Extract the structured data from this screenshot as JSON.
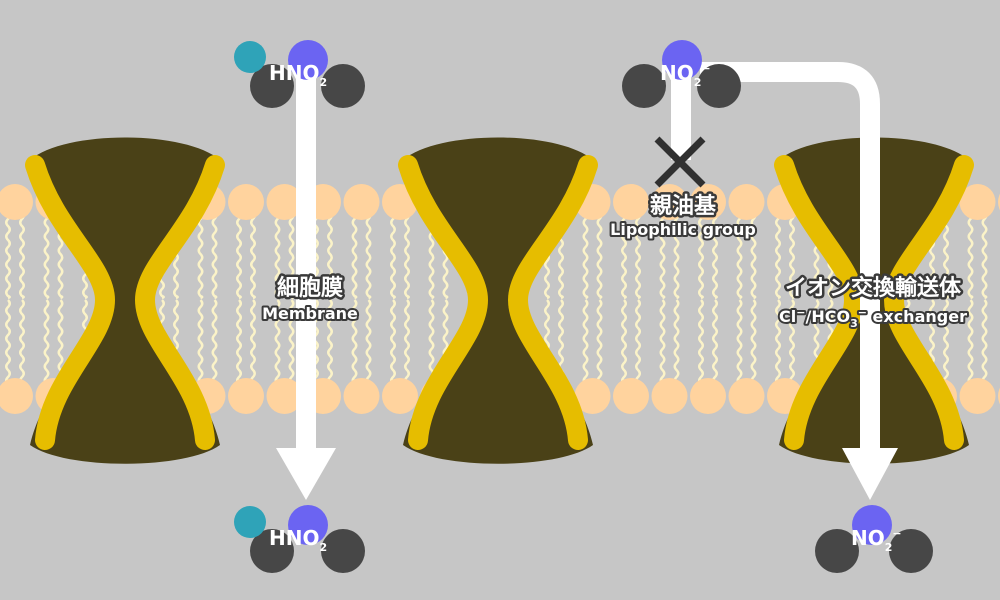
{
  "colors": {
    "background": "#c6c6c6",
    "head": "#ffd39e",
    "tail": "#fbf3c8",
    "channel_body": "#4a4117",
    "channel_edge": "#e6bd00",
    "arrow": "#ffffff",
    "nitrogen": "#6b64f2",
    "oxygen": "#474747",
    "hydrogen": "#2fa3b8",
    "block_x": "#303030"
  },
  "molecules": {
    "hno2_top": {
      "main": "HNO",
      "sub": "2",
      "sup": ""
    },
    "hno2_bottom": {
      "main": "HNO",
      "sub": "2",
      "sup": ""
    },
    "no2_top": {
      "main": "NO",
      "sub": "2",
      "sup": "−"
    },
    "no2_bottom": {
      "main": "NO",
      "sub": "2",
      "sup": "−"
    }
  },
  "labels": {
    "membrane_ja": "細胞膜",
    "membrane_en": "Membrane",
    "lipophilic_ja": "親油基",
    "lipophilic_en": "Lipophilic group",
    "exchanger_ja": "イオン交換輸送体",
    "exchanger_en_prefix": "Cl",
    "exchanger_en_sup1": "−",
    "exchanger_en_mid": "/HCO",
    "exchanger_en_sub": "3",
    "exchanger_en_sup2": "−",
    "exchanger_en_suffix": " exchanger"
  },
  "icons": {
    "blocked": "cross-x-icon",
    "flow": "arrow-down-icon"
  }
}
